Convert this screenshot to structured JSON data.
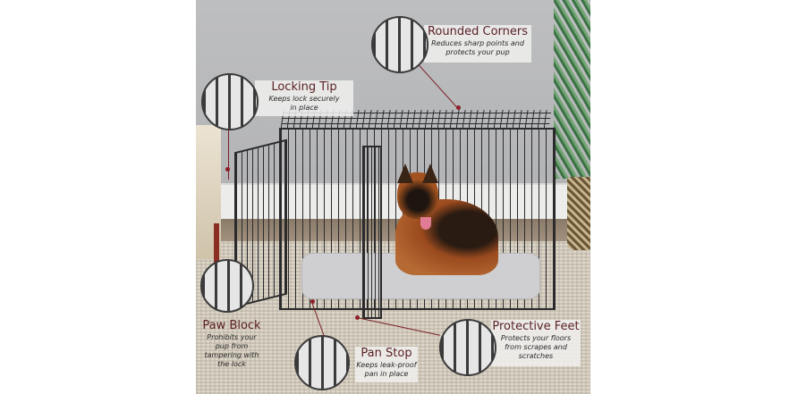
{
  "image": {
    "subject": "Black wire dog crate with German Shepherd lying on gray bed",
    "accent_color": "#5a1f23",
    "line_color": "#7b1e25"
  },
  "callouts": [
    {
      "id": "rounded-corners",
      "title": "Rounded Corners",
      "desc_line1": "Reduces sharp points and",
      "desc_line2": "protects your pup"
    },
    {
      "id": "locking-tip",
      "title": "Locking Tip",
      "desc_line1": "Keeps lock securely",
      "desc_line2": "in place"
    },
    {
      "id": "paw-block",
      "title": "Paw Block",
      "desc_line1": "Prohibits your",
      "desc_line2": "pup from",
      "desc_line3": "tampering with",
      "desc_line4": "the lock"
    },
    {
      "id": "pan-stop",
      "title": "Pan Stop",
      "desc_line1": "Keeps leak-proof",
      "desc_line2": "pan in place"
    },
    {
      "id": "protective-feet",
      "title": "Protective Feet",
      "desc_line1": "Protects your floors",
      "desc_line2": "from scrapes and",
      "desc_line3": "scratches"
    }
  ]
}
